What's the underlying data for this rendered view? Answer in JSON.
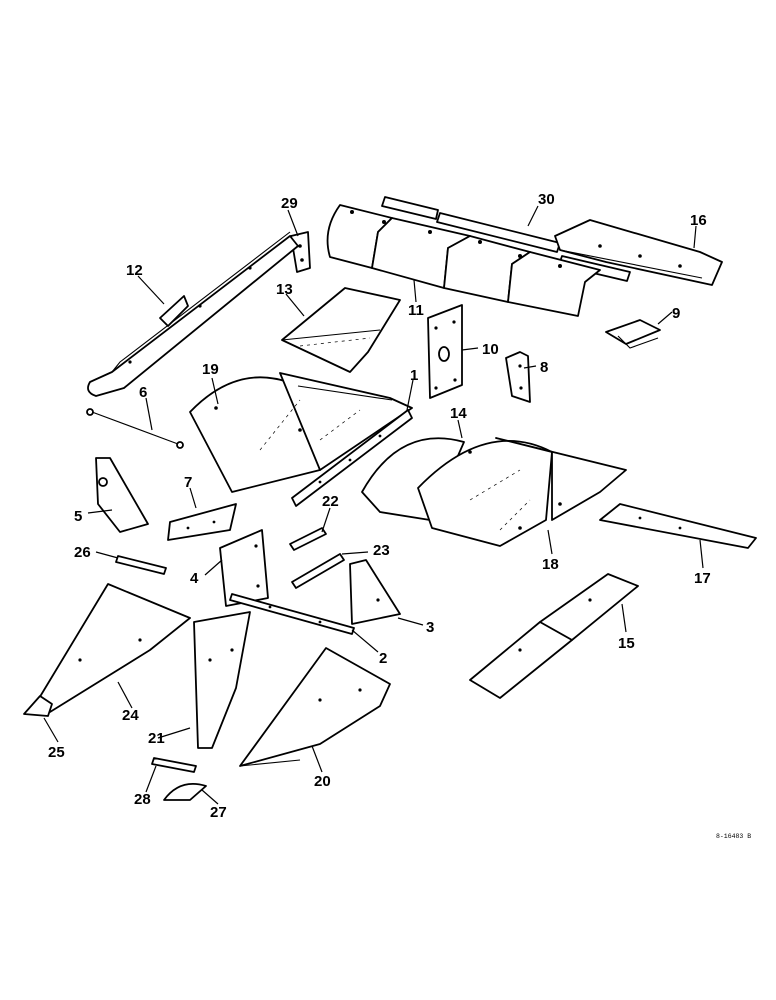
{
  "callouts": [
    {
      "id": "1",
      "label": "1"
    },
    {
      "id": "2",
      "label": "2"
    },
    {
      "id": "3",
      "label": "3"
    },
    {
      "id": "4",
      "label": "4"
    },
    {
      "id": "5",
      "label": "5"
    },
    {
      "id": "6",
      "label": "6"
    },
    {
      "id": "7",
      "label": "7"
    },
    {
      "id": "8",
      "label": "8"
    },
    {
      "id": "9",
      "label": "9"
    },
    {
      "id": "10",
      "label": "10"
    },
    {
      "id": "11",
      "label": "11"
    },
    {
      "id": "12",
      "label": "12"
    },
    {
      "id": "13",
      "label": "13"
    },
    {
      "id": "14",
      "label": "14"
    },
    {
      "id": "15",
      "label": "15"
    },
    {
      "id": "16",
      "label": "16"
    },
    {
      "id": "17",
      "label": "17"
    },
    {
      "id": "18",
      "label": "18"
    },
    {
      "id": "19",
      "label": "19"
    },
    {
      "id": "20",
      "label": "20"
    },
    {
      "id": "21",
      "label": "21"
    },
    {
      "id": "22",
      "label": "22"
    },
    {
      "id": "23",
      "label": "23"
    },
    {
      "id": "24",
      "label": "24"
    },
    {
      "id": "25",
      "label": "25"
    },
    {
      "id": "26",
      "label": "26"
    },
    {
      "id": "27",
      "label": "27"
    },
    {
      "id": "28",
      "label": "28"
    },
    {
      "id": "29",
      "label": "29"
    },
    {
      "id": "30",
      "label": "30"
    }
  ],
  "figure_ref": "8-16483 B"
}
